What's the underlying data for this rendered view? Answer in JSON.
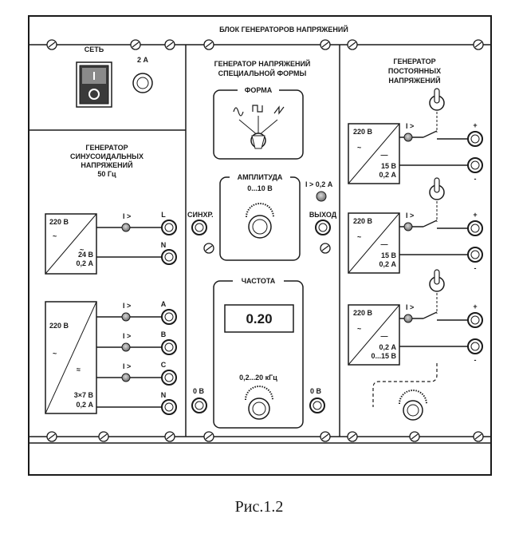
{
  "panel": {
    "title": "БЛОК ГЕНЕРАТОРОВ НАПРЯЖЕНИЙ",
    "power_switch_label": "СЕТЬ",
    "fuse_label": "2 А"
  },
  "sine_generator": {
    "title_line1": "ГЕНЕРАТОР",
    "title_line2": "СИНУСОИДАЛЬНЫХ",
    "title_line3": "НАПРЯЖЕНИЙ",
    "title_line4": "50 Гц",
    "single": {
      "input": "220 В",
      "sym_in": "~",
      "sym_out": "~",
      "output_voltage": "24 В",
      "output_current": "0,2 А",
      "indicator": "I >",
      "terminals": [
        "L",
        "N"
      ]
    },
    "three_phase": {
      "input": "220 В",
      "sym_in": "~",
      "sym_out": "≈",
      "output_voltage": "3×7 В",
      "output_current": "0,2 А",
      "indicators": [
        "I >",
        "I >",
        "I >"
      ],
      "terminals": [
        "A",
        "B",
        "C",
        "N"
      ]
    }
  },
  "special_generator": {
    "title_line1": "ГЕНЕРАТОР НАПРЯЖЕНИЙ",
    "title_line2": "СПЕЦИАЛЬНОЙ ФОРМЫ",
    "form_label": "ФОРМА",
    "amplitude_label": "АМПЛИТУДА",
    "amplitude_range": "0...10 В",
    "overload_label": "I > 0,2 А",
    "sync_label": "СИНХР.",
    "output_label": "ВЫХОД",
    "frequency_label": "ЧАСТОТА",
    "frequency_display": "0.20",
    "frequency_range": "0,2...20   кГц",
    "ground_left": "0 В",
    "ground_right": "0 В"
  },
  "dc_generator": {
    "title_line1": "ГЕНЕРАТОР",
    "title_line2": "ПОСТОЯННЫХ",
    "title_line3": "НАПРЯЖЕНИЙ",
    "channels": [
      {
        "input": "220 В",
        "sym_in": "~",
        "sym_out": "—",
        "line1": "15 В",
        "line2": "0,2 А",
        "indicator": "I >",
        "plus": "+",
        "minus": "-"
      },
      {
        "input": "220 В",
        "sym_in": "~",
        "sym_out": "—",
        "line1": "15 В",
        "line2": "0,2 А",
        "indicator": "I >",
        "plus": "+",
        "minus": "-"
      },
      {
        "input": "220 В",
        "sym_in": "~",
        "sym_out": "—",
        "line1": "0,2 А",
        "line2": "0...15 В",
        "indicator": "I >",
        "plus": "+",
        "minus": "-"
      }
    ]
  },
  "caption": "Рис.1.2"
}
